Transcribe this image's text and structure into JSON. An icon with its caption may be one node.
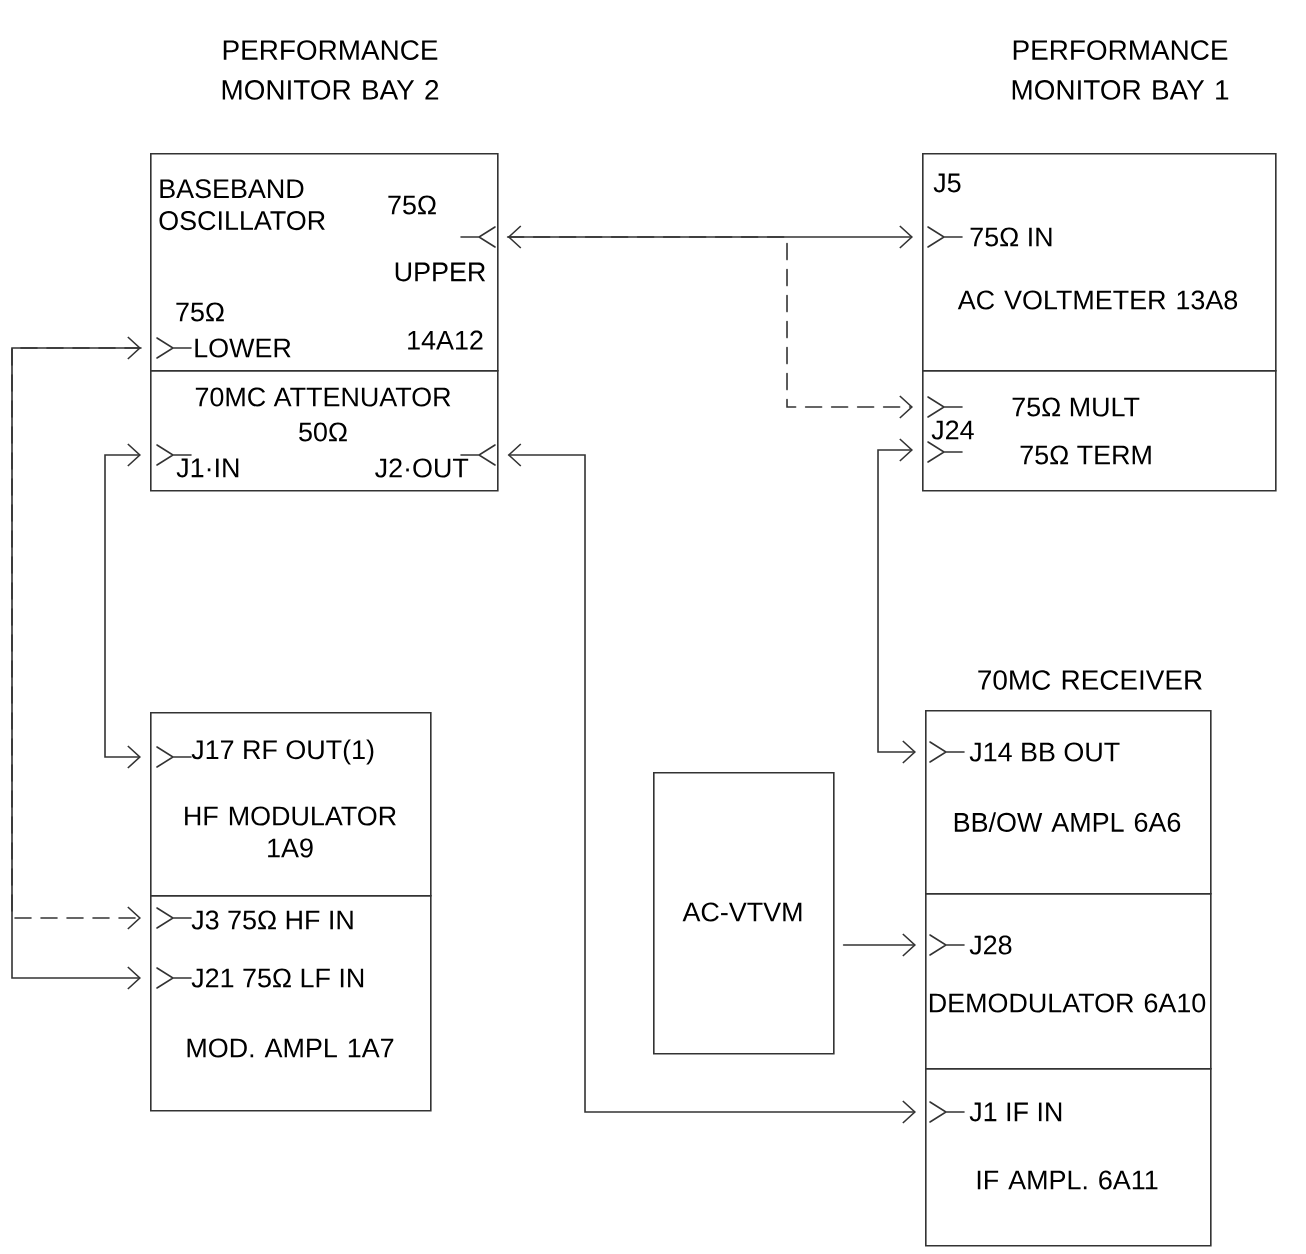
{
  "diagram": {
    "nodes": [
      {
        "text": [
          "BASEBAND OSCILLATOR",
          "75Ω",
          "UPPER",
          "75Ω",
          "LOWER",
          "14A12"
        ]
      },
      {
        "text": [
          "70MC ATTENUATOR",
          "50Ω",
          "J1·IN",
          "J2·OUT"
        ]
      },
      {
        "text": [
          "J5",
          "75Ω IN",
          "AC VOLTMETER 13A8"
        ]
      },
      {
        "text": [
          "J24",
          "75Ω MULT",
          "75Ω TERM"
        ]
      },
      {
        "text": [
          "J17 RF OUT(1)",
          "HF MODULATOR 1A9"
        ]
      },
      {
        "text": [
          "J3 75Ω HF IN",
          "J21 75Ω LF IN",
          "MOD. AMPL 1A7"
        ]
      },
      {
        "text": [
          "AC-VTVM"
        ]
      },
      {
        "text": [
          "J14 BB OUT",
          "BB/OW AMPL 6A6"
        ]
      },
      {
        "text": [
          "J28",
          "DEMODULATOR 6A10"
        ]
      },
      {
        "text": [
          "J1 IF IN",
          "IF AMPL. 6A11"
        ]
      }
    ],
    "edges": [
      {
        "from": 0,
        "to": 2,
        "arrow": "both"
      },
      {
        "from": 0,
        "to": 3,
        "arrow": "to",
        "style": "dashed"
      },
      {
        "from": 1,
        "to": 4,
        "arrow": "both"
      },
      {
        "from": 0,
        "to": 5,
        "arrow": "both"
      },
      {
        "from": 0,
        "to": 5,
        "arrow": "to",
        "style": "dashed"
      },
      {
        "from": 1,
        "to": 9,
        "arrow": "both"
      },
      {
        "from": 3,
        "to": 7,
        "arrow": "both"
      },
      {
        "from": 6,
        "to": 8,
        "arrow": "to"
      }
    ],
    "labels": [
      "PERFORMANCE MONITOR BAY 2",
      "PERFORMANCE MONITOR BAY 1",
      "70MC RECEIVER"
    ]
  }
}
